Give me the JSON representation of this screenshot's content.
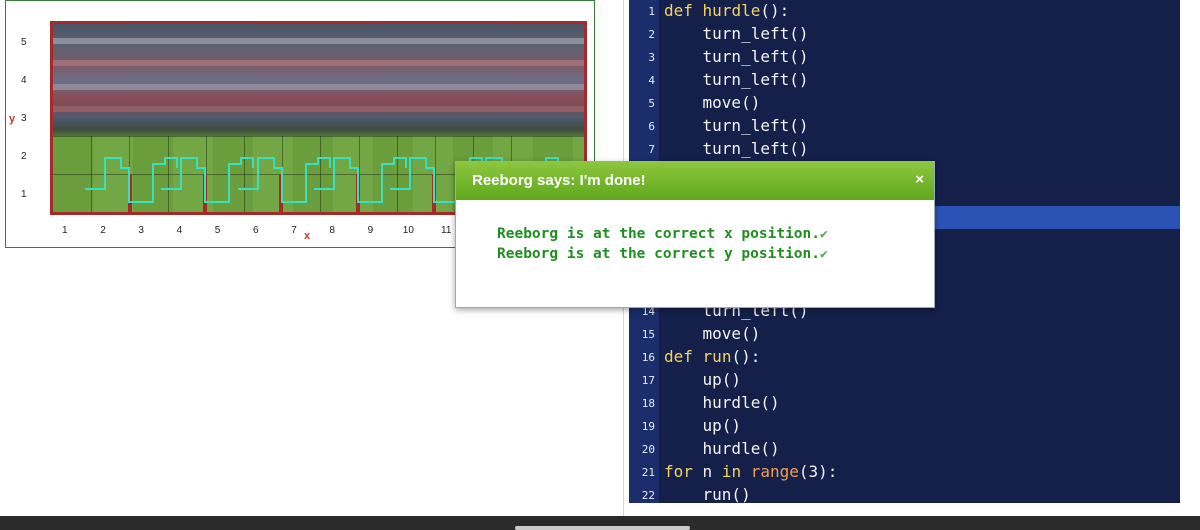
{
  "world": {
    "y_ticks": [
      "5",
      "4",
      "3",
      "2",
      "1"
    ],
    "x_ticks": [
      "1",
      "2",
      "3",
      "4",
      "5",
      "6",
      "7",
      "8",
      "9",
      "10",
      "11"
    ],
    "y_axis_letter": "y",
    "x_axis_letter": "x"
  },
  "editor": {
    "lines": [
      {
        "n": "1",
        "html": "<span class='kw'>def</span> <span class='fn'>hurdle</span>():"
      },
      {
        "n": "2",
        "html": "    turn_left()"
      },
      {
        "n": "3",
        "html": "    turn_left()"
      },
      {
        "n": "4",
        "html": "    turn_left()"
      },
      {
        "n": "5",
        "html": "    move()"
      },
      {
        "n": "6",
        "html": "    turn_left()"
      },
      {
        "n": "7",
        "html": "    turn_left()"
      },
      {
        "n": "14",
        "html": "    turn_left()"
      },
      {
        "n": "15",
        "html": "    move()"
      },
      {
        "n": "16",
        "html": "<span class='kw'>def</span> <span class='fn'>run</span>():"
      },
      {
        "n": "17",
        "html": "    up()"
      },
      {
        "n": "18",
        "html": "    hurdle()"
      },
      {
        "n": "19",
        "html": "    up()"
      },
      {
        "n": "20",
        "html": "    hurdle()"
      },
      {
        "n": "21",
        "html": "<span class='kw'>for</span> n <span class='kw'>in</span> <span class='bi'>range</span>(3):"
      },
      {
        "n": "22",
        "html": "    run()"
      }
    ]
  },
  "dialog": {
    "title": "Reeborg says: I'm done!",
    "close_label": "×",
    "messages": [
      "Reeborg is at the correct x position.",
      "Reeborg is at the correct y position."
    ],
    "check_icon": "✔"
  },
  "colors": {
    "dialog_header": "#6db33f",
    "editor_bg": "#15204a",
    "success_text": "#1e8f1e"
  }
}
